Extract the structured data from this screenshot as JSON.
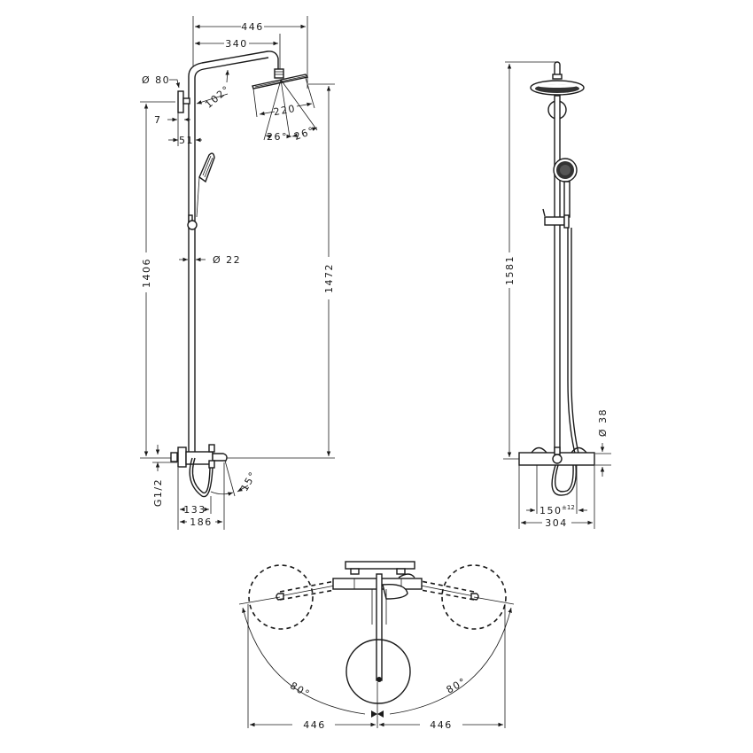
{
  "drawing": {
    "title": "Shower system technical dimension drawing",
    "views": [
      "side-view",
      "front-view",
      "top-view"
    ],
    "side_view": {
      "width_overall": "446",
      "arm_length": "340",
      "wall_bracket_diameter": "Ø 80",
      "arm_angle": "102°",
      "head_diameter": "220",
      "spray_angle_left": "26°",
      "spray_angle_right": "26°",
      "bracket_offset": "7",
      "pipe_offset": "51",
      "pipe_diameter": "Ø 22",
      "height_to_bracket": "1406",
      "height_to_head": "1472",
      "connection_thread": "G1/2",
      "spout_angle": "15°",
      "spout_depth_inner": "133",
      "spout_depth_outer": "186"
    },
    "front_view": {
      "total_height": "1581",
      "mixer_diameter": "Ø 38",
      "connection_spacing": "150",
      "connection_tolerance": "±12",
      "mixer_width": "304"
    },
    "top_view": {
      "swivel_angle_left": "80°",
      "swivel_angle_right": "80°",
      "reach_left": "446",
      "reach_right": "446"
    }
  }
}
